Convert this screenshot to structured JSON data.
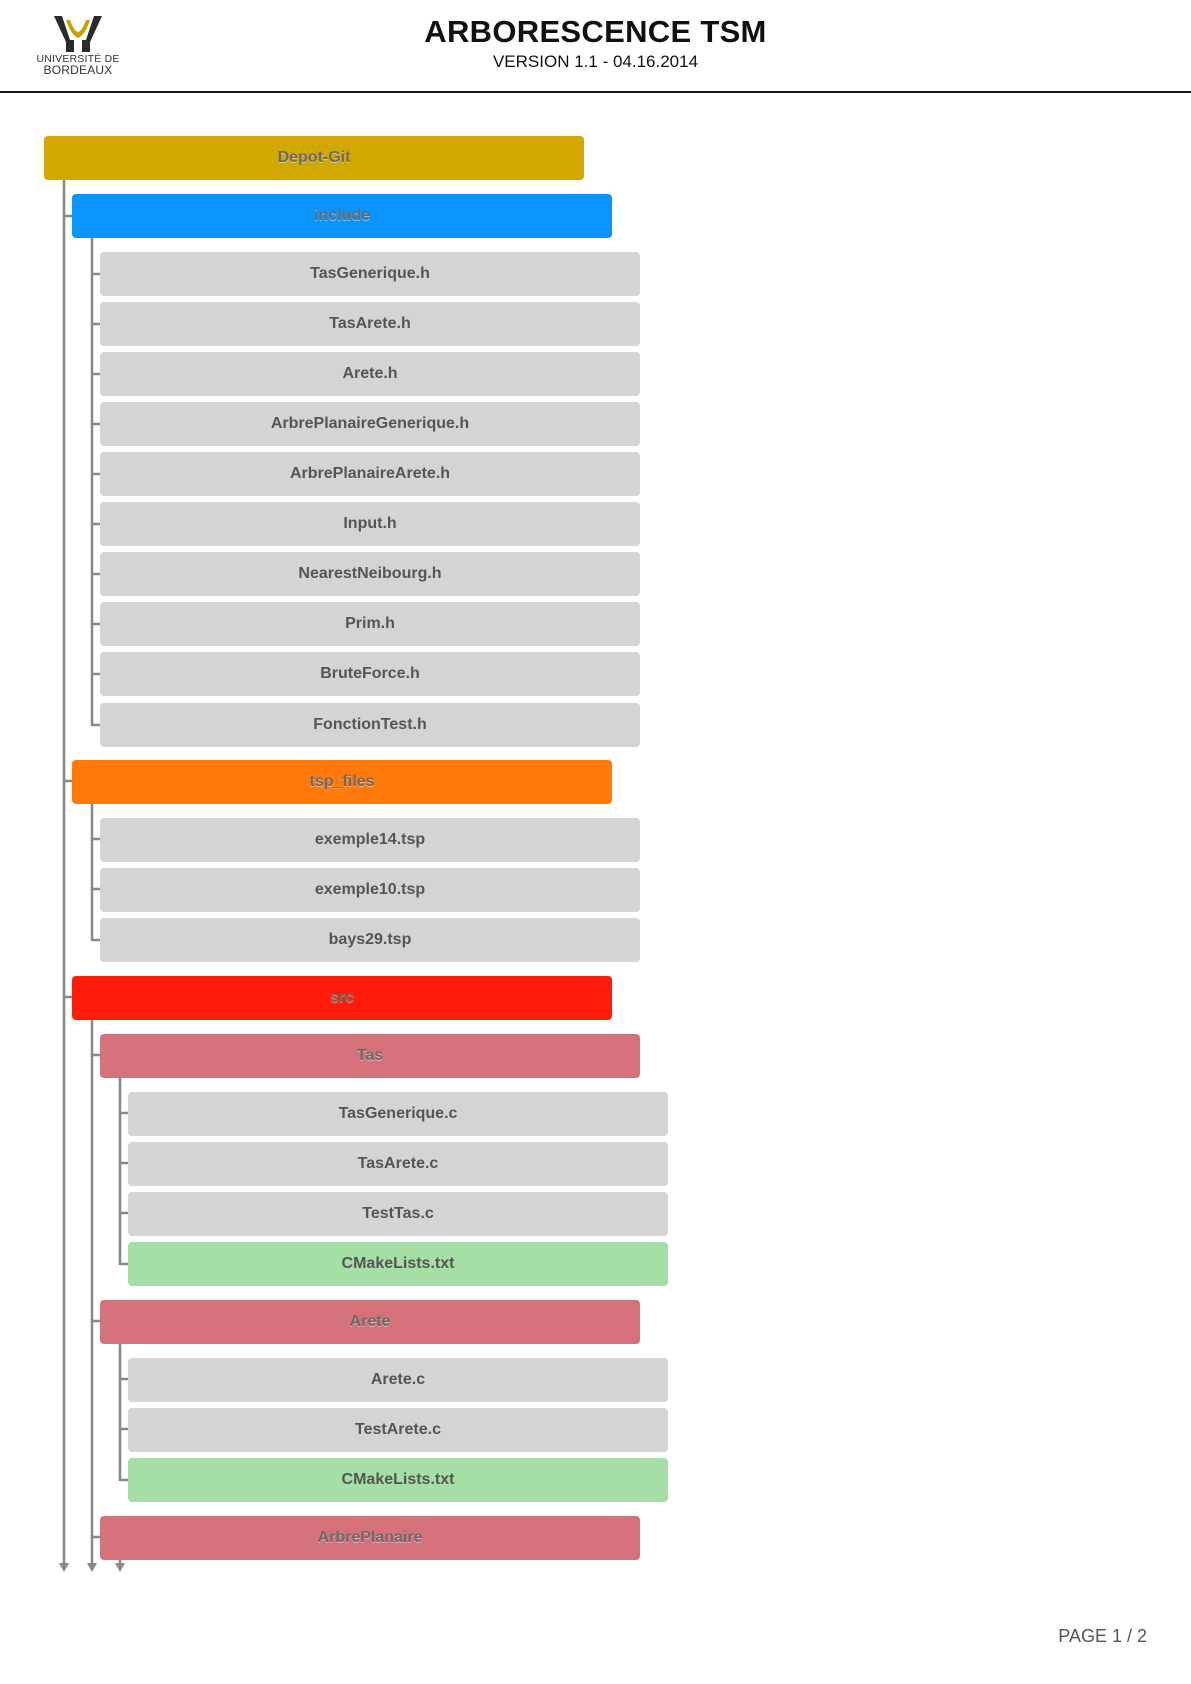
{
  "header": {
    "title": "ARBORESCENCE TSM",
    "version": "VERSION 1.1 - 04.16.2014",
    "logo_line1": "UNIVERSITÉ DE",
    "logo_line2": "BORDEAUX"
  },
  "colors": {
    "root": "#d1a800",
    "include": "#0a94ff",
    "tsp_files": "#ff7a0a",
    "src": "#ff1c0a",
    "subfolder": "#d5717a",
    "file": "#d4d4d4",
    "cmake": "#a5dfa5",
    "connector": "#888888",
    "logo_gold": "#c8a100"
  },
  "tree": {
    "root": "Depot-Git",
    "include": {
      "label": "include",
      "files": [
        "TasGenerique.h",
        "TasArete.h",
        "Arete.h",
        "ArbrePlanaireGenerique.h",
        "ArbrePlanaireArete.h",
        "Input.h",
        "NearestNeibourg.h",
        "Prim.h",
        "BruteForce.h",
        "FonctionTest.h"
      ]
    },
    "tsp_files": {
      "label": "tsp_files",
      "files": [
        "exemple14.tsp",
        "exemple10.tsp",
        "bays29.tsp"
      ]
    },
    "src": {
      "label": "src",
      "tas": {
        "label": "Tas",
        "files": [
          "TasGenerique.c",
          "TasArete.c",
          "TestTas.c"
        ],
        "cmake": "CMakeLists.txt"
      },
      "arete": {
        "label": "Arete",
        "files": [
          "Arete.c",
          "TestArete.c"
        ],
        "cmake": "CMakeLists.txt"
      },
      "arbre_planaire": {
        "label": "ArbrePlanaire"
      }
    }
  },
  "footer": {
    "page": "PAGE 1 / 2"
  }
}
